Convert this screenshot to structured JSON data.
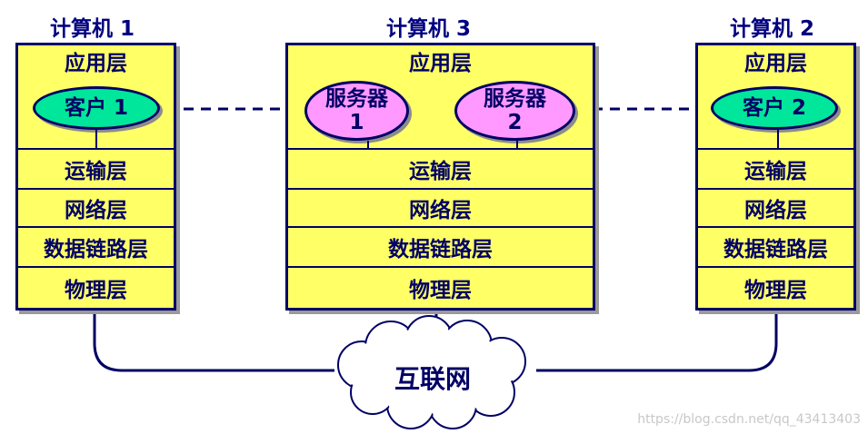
{
  "computers": {
    "left": {
      "title": "计算机 1",
      "layers": {
        "app": "应用层",
        "transport": "运输层",
        "network": "网络层",
        "datalink": "数据链路层",
        "physical": "物理层"
      },
      "process": "客户 1"
    },
    "middle": {
      "title": "计算机 3",
      "layers": {
        "app": "应用层",
        "transport": "运输层",
        "network": "网络层",
        "datalink": "数据链路层",
        "physical": "物理层"
      },
      "servers": [
        {
          "line1": "服务器",
          "line2": "1"
        },
        {
          "line1": "服务器",
          "line2": "2"
        }
      ]
    },
    "right": {
      "title": "计算机 2",
      "layers": {
        "app": "应用层",
        "transport": "运输层",
        "network": "网络层",
        "datalink": "数据链路层",
        "physical": "物理层"
      },
      "process": "客户 2"
    }
  },
  "internet": {
    "label": "互联网"
  },
  "watermark": "https://blog.csdn.net/qq_43413403",
  "colors": {
    "box_fill": "#ffff66",
    "border": "#000066",
    "client_fill": "#00e69a",
    "server_fill": "#ff99ff",
    "title": "#000080"
  }
}
